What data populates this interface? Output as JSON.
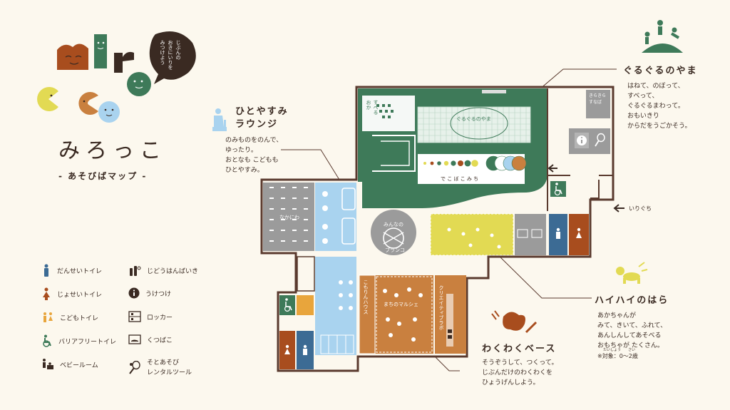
{
  "logo": {
    "bubble_text": "じぶんの\nおきにいりを\nみつけよう",
    "title": "みろっこ",
    "subtitle": "- あそびばマップ -"
  },
  "colors": {
    "green": "#3e7a59",
    "orange": "#c9803f",
    "brown": "#a84d1e",
    "blue": "#3c6b94",
    "lightblue": "#a9d3ef",
    "yellow": "#e2da53",
    "gray": "#9b9b9b",
    "cream": "#fcf8ee",
    "wall": "#5a3a2e"
  },
  "legend": {
    "items": [
      {
        "label": "だんせいトイレ",
        "icon": "male-toilet-icon"
      },
      {
        "label": "じょせいトイレ",
        "icon": "female-toilet-icon"
      },
      {
        "label": "こどもトイレ",
        "icon": "kids-toilet-icon"
      },
      {
        "label": "バリアフリートイレ",
        "icon": "wheelchair-icon"
      },
      {
        "label": "ベビールーム",
        "icon": "baby-room-icon"
      },
      {
        "label": "じどうはんばいき",
        "icon": "vending-machine-icon"
      },
      {
        "label": "うけつけ",
        "icon": "info-icon"
      },
      {
        "label": "ロッカー",
        "icon": "locker-icon"
      },
      {
        "label": "くつばこ",
        "icon": "shoe-box-icon"
      },
      {
        "label": "そとあそび\nレンタルツール",
        "icon": "rental-tool-icon"
      }
    ]
  },
  "areas": {
    "hitoyasumi": {
      "title": "ひとやすみ\nラウンジ",
      "desc": "のみものをのんで、\nゆったり。\nおとなも こどもも\nひとやすみ。"
    },
    "guruguru": {
      "title": "ぐるぐるのやま",
      "desc": "はねて、のぼって、\nすべって、\nぐるぐるまわって。\nおもいきり\nからだをうごかそう。"
    },
    "haihai": {
      "title": "ハイハイのはら",
      "desc": "あかちゃんが\nみて、きいて、ふれて、\nあんしんしてあそべる\nおもちゃが たくさん。",
      "note": "※対象：0～2歳",
      "note_ruby": "たいしょう　　さい"
    },
    "wakuwaku": {
      "title": "わくわくベース",
      "desc": "そうぞうして、つくって。\nじぶんだけのわくわくを\nひょうげんしよう。"
    }
  },
  "map_labels": {
    "suberu_oka": "すべる\nおか",
    "guruguru_mountain": "ぐるぐるのやま",
    "dekoboko": "で こ ぼ こ み ち",
    "kirakira": "きらきら\nすなば",
    "minna_no": "みんなの",
    "buranko": "ブランコ",
    "nakaniwa": "なかにわ",
    "komorin": "こもりんハウス",
    "machi": "まちのマルシェ",
    "creative": "クリエイティブラボ",
    "iriguchi": "いりぐち"
  }
}
